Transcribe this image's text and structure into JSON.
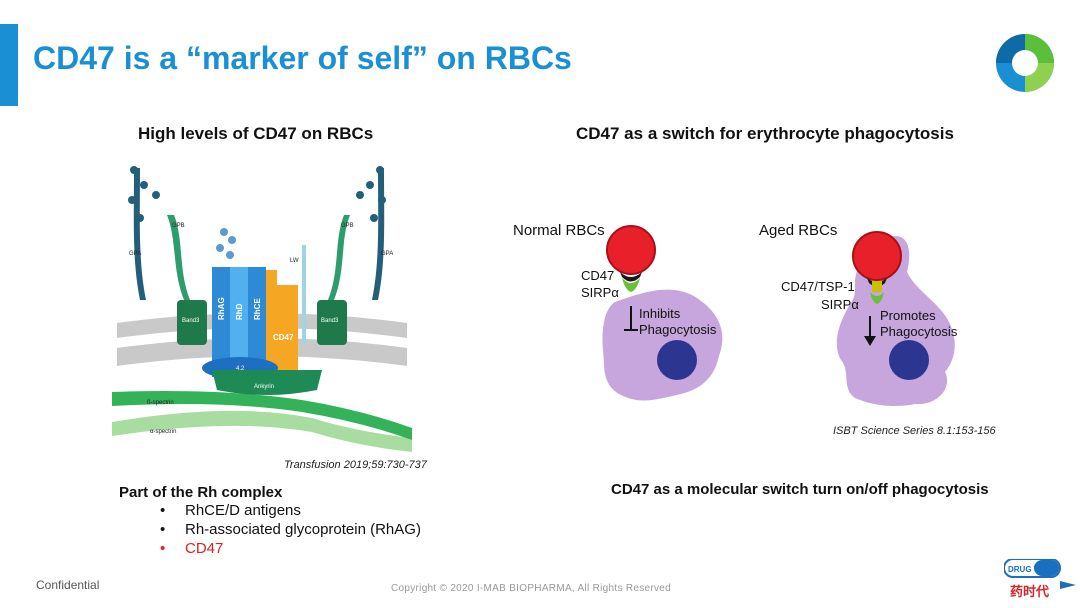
{
  "title": "CD47 is a “marker of self” on RBCs",
  "left_panel": {
    "heading": "High levels of CD47 on RBCs",
    "diagram_labels": {
      "gpa_left": "GPA",
      "gpb_left": "GPB",
      "gpb_right": "GPB",
      "gpa_right": "GPA",
      "lw": "LW",
      "band3_left": "Band3",
      "band3_right": "Band3",
      "rhag": "RhAG",
      "rhd": "RhD",
      "rhce": "RhCE",
      "cd47": "CD47",
      "protein42": "4.2",
      "ankyrin": "Ankyrin",
      "beta_spectrin": "ß-spectrin",
      "alpha_spectrin": "α-spectrin"
    },
    "citation": "Transfusion 2019;59:730-737",
    "list_heading": "Part of the Rh complex",
    "bullets": [
      "RhCE/D antigens",
      "Rh-associated glycoprotein (RhAG)",
      "CD47"
    ],
    "bullet_symbol": "•",
    "highlight_color": "#e0201b"
  },
  "right_panel": {
    "heading": "CD47 as a switch for erythrocyte phagocytosis",
    "normal": {
      "label": "Normal RBCs",
      "ligand": "CD47",
      "receptor": "SIRPα",
      "effect_line1": "Inhibits",
      "effect_line2": "Phagocytosis"
    },
    "aged": {
      "label": "Aged RBCs",
      "ligand": "CD47/TSP-1",
      "receptor": "SIRPα",
      "effect_line1": "Promotes",
      "effect_line2": "Phagocytosis"
    },
    "citation": "ISBT Science Series 8.1:153-156",
    "summary": "CD47 as a molecular switch turn on/off phagocytosis"
  },
  "footer": {
    "confidential": "Confidential",
    "copyright": "Copyright © 2020 I-MAB BIOPHARMA, All Rights Reserved",
    "watermark_top": "DRUG TIMES",
    "watermark_bottom": "药时代"
  },
  "colors": {
    "accent": "#1a8fd4",
    "macrophage": "#c6a6dd",
    "rbc": "#e8202a",
    "nucleus": "#2c3590",
    "band3": "#1e7a4a",
    "rh_blue": "#2f8ad6",
    "cd47": "#f5a623"
  }
}
